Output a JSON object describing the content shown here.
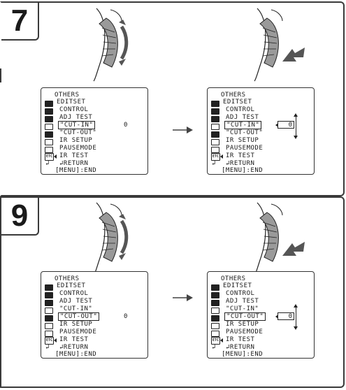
{
  "steps": [
    {
      "number": "7",
      "before": {
        "selected": "\"CUT-IN\"",
        "value": "0"
      },
      "after": {
        "selected": "\"CUT-IN\"",
        "value": "0"
      }
    },
    {
      "number": "9",
      "before": {
        "selected": "\"CUT-OUT\"",
        "value": "0"
      },
      "after": {
        "selected": "\"CUT-OUT\"",
        "value": "0"
      }
    }
  ],
  "menu": {
    "title": "OTHERS",
    "items": [
      "EDITSET",
      "CONTROL",
      "ADJ TEST",
      "\"CUT-IN\"",
      "\"CUT-OUT\"",
      "IR SETUP",
      "PAUSEMODE",
      "IR TEST",
      "↲RETURN"
    ],
    "footer": "[MENU]:END"
  },
  "icons": [
    "menu-icon-1",
    "camera-icon",
    "tape-icon",
    "memory-icon",
    "clock-icon",
    "setup-icon",
    "lcd-icon",
    "etc-icon",
    "return-icon"
  ],
  "etc_label": "ETC"
}
